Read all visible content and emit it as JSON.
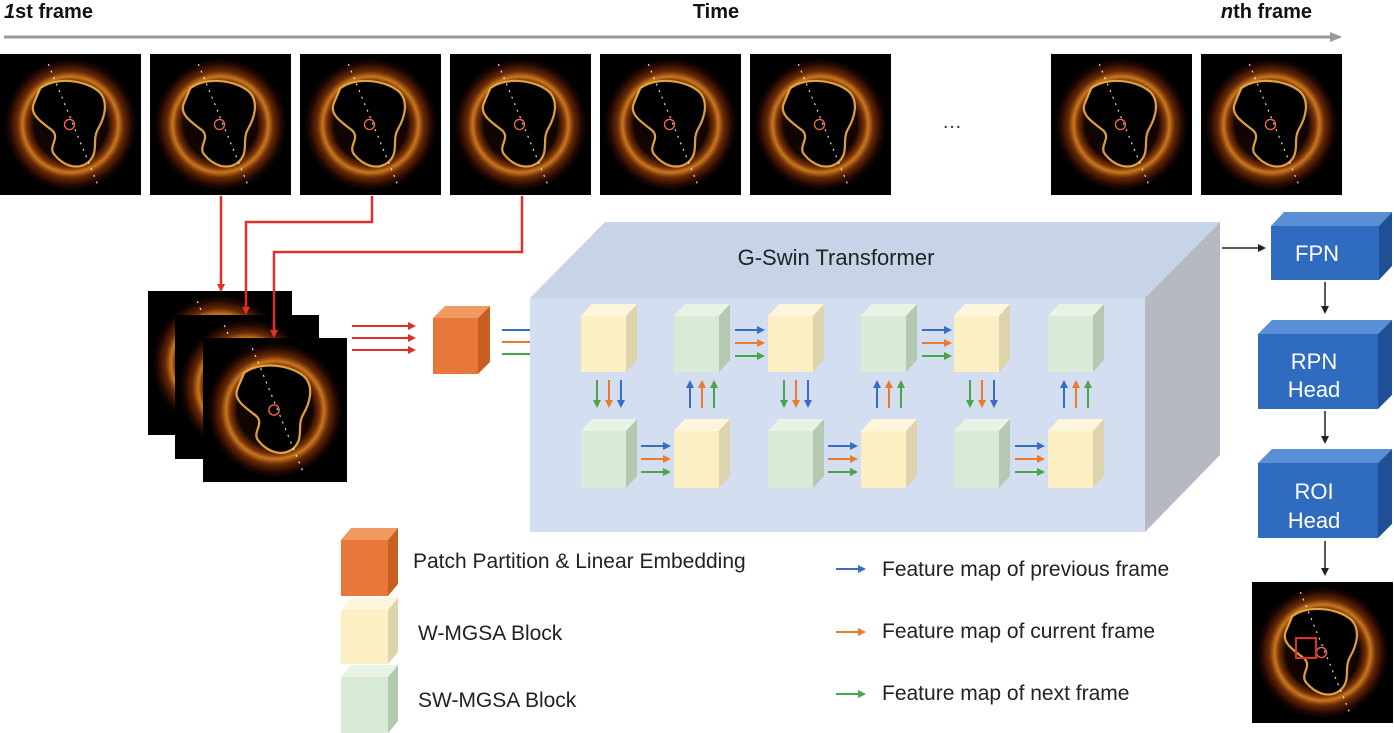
{
  "header": {
    "first_frame_num": "1",
    "first_frame_rest": "st frame",
    "time_label": "Time",
    "nth_frame_num": "n",
    "nth_frame_rest": "th frame"
  },
  "timeline": {
    "ellipsis": "…"
  },
  "transformer": {
    "title": "G-Swin Transformer"
  },
  "heads": {
    "fpn": "FPN",
    "rpn_line1": "RPN",
    "rpn_line2": "Head",
    "roi_line1": "ROI",
    "roi_line2": "Head"
  },
  "legend": {
    "patch": "Patch Partition & Linear Embedding",
    "wmgsa": "W-MGSA Block",
    "swmgsa": "SW-MGSA Block",
    "prev": "Feature map of previous frame",
    "curr": "Feature map of current frame",
    "next": "Feature map of next frame"
  },
  "colors": {
    "blue_arrow": "#3a6cc4",
    "orange_arrow": "#ea7a2e",
    "green_arrow": "#4aa54a",
    "red_arrow": "#e0302a",
    "head_blue": "#2f6bbf",
    "patch_orange": "#e8783a",
    "wmgsa_yellow": "#fcefc4",
    "swmgsa_green": "#d9ead6",
    "transformer_face": "#d3dff0"
  }
}
